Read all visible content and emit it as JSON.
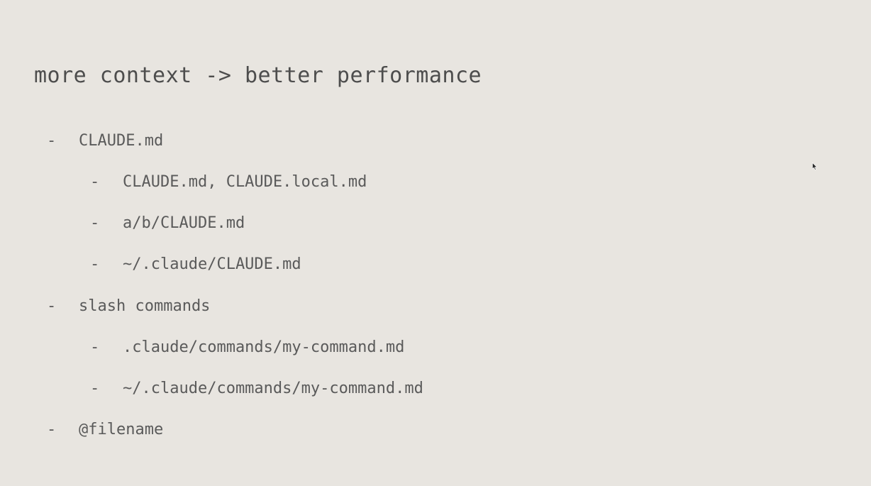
{
  "slide": {
    "title": "more context -> better performance",
    "bullet_marker": "-",
    "items": [
      {
        "level": 1,
        "text": "CLAUDE.md"
      },
      {
        "level": 2,
        "text": "CLAUDE.md, CLAUDE.local.md"
      },
      {
        "level": 2,
        "text": "a/b/CLAUDE.md"
      },
      {
        "level": 2,
        "text": "~/.claude/CLAUDE.md"
      },
      {
        "level": 1,
        "text": "slash commands"
      },
      {
        "level": 2,
        "text": ".claude/commands/my-command.md"
      },
      {
        "level": 2,
        "text": "~/.claude/commands/my-command.md"
      },
      {
        "level": 1,
        "text": "@filename"
      }
    ]
  },
  "colors": {
    "background": "#e8e5e0",
    "title_text": "#4d4d4d",
    "body_text": "#5a5a5a"
  },
  "icons": {
    "cursor": "mouse-pointer-icon"
  }
}
